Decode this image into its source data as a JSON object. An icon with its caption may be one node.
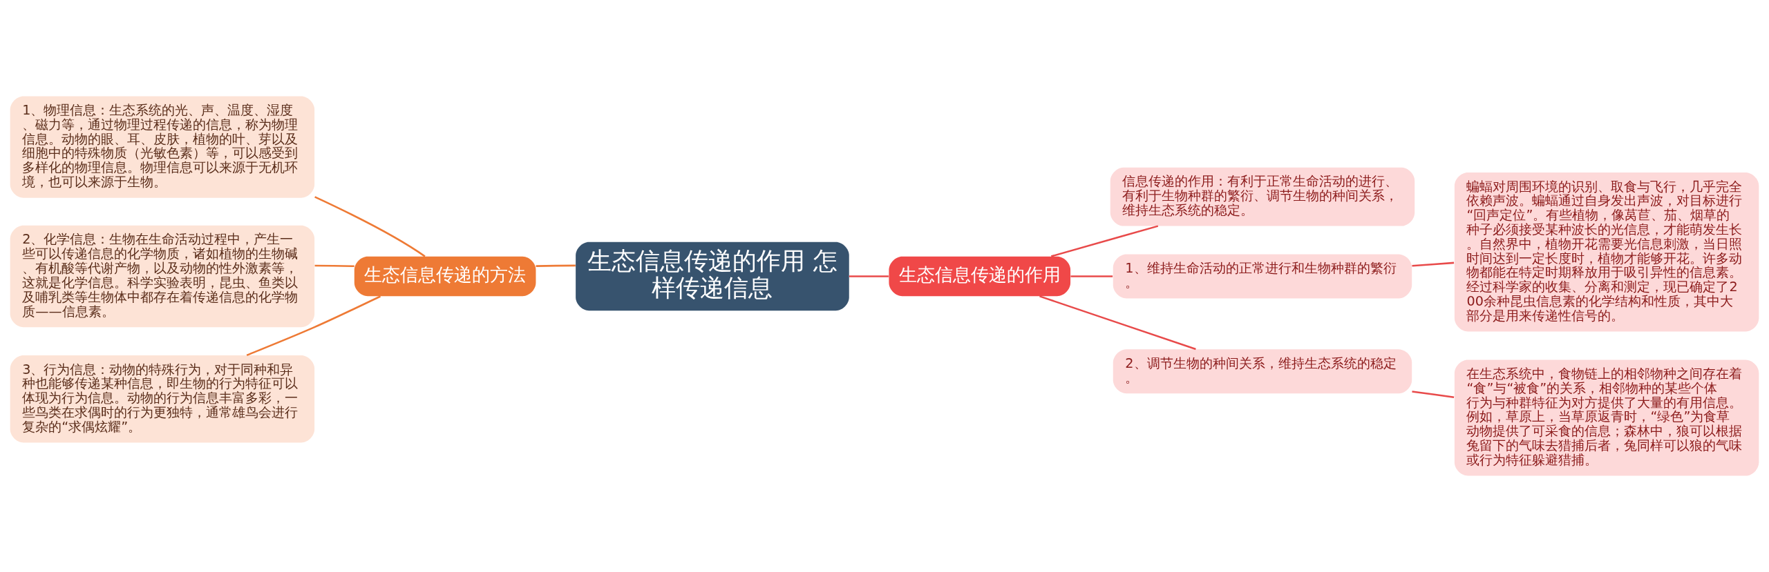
{
  "diagram": {
    "nodes": [
      {
        "text": [
          "生态信息传递的作用 怎样传递信息"
        ]
      },
      {
        "text": [
          "生态信息传递的方法"
        ]
      },
      {
        "text": [
          "1、物理信息：生态系统的光、声、温度、湿度、磁力等，通过物理过程传递的信息，称为物理信息。动物的眼、耳、皮肤，植物的叶、芽以及细胞中的特殊物质（光敏色素）等，可以感受到多样化的物理信息。物理信息可以来源于无机环境，也可以来源于生物。"
        ]
      },
      {
        "text": [
          "2、化学信息：生物在生命活动过程中，产生一些可以传递信息的化学物质，诸如植物的生物碱、有机酸等代谢产物，以及动物的性外激素等，这就是化学信息。科学实验表明，昆虫、鱼类以及哺乳类等生物体中都存在着传递信息的化学物质——信息素。"
        ]
      },
      {
        "text": [
          "3、行为信息：动物的特殊行为，对于同种和异种也能够传递某种信息，即生物的行为特征可以体现为行为信息。动物的行为信息丰富多彩，一些鸟类在求偶时的行为更独特，通常雄鸟会进行复杂的“求偶炫耀”。"
        ]
      },
      {
        "text": [
          "生态信息传递的作用"
        ]
      },
      {
        "text": [
          "信息传递的作用：有利于正常生命活动的进行、有利于生物种群的繁衍、调节生物的种间关系，维持生态系统的稳定。"
        ]
      },
      {
        "text": [
          "1、维持生命活动的正常进行和生物种群的繁衍。"
        ]
      },
      {
        "text": [
          "蝙蝠对周围环境的识别、取食与飞行，几乎完全依赖声波。蝙蝠通过自身发出声波，对目标进行“回声定位”。有些植物，像莴苣、茄、烟草的种子必须接受某种波长的光信息，才能萌发生长。自然界中，植物开花需要光信息刺激，当日照时间达到一定长度时，植物才能够开花。许多动物都能在特定时期释放用于吸引异性的信息素。经过科学家的收集、分离和测定，现已确定了200余种昆虫信息素的化学结构和性质，其中大部分是用来传递性信号的。"
        ]
      },
      {
        "text": [
          "2、调节生物的种间关系，维持生态系统的稳定。"
        ]
      },
      {
        "text": [
          "在生态系统中，食物链上的相邻物种之间存在着“食”与“被食”的关系，相邻物种的某些个体行为与种群特征为对方提供了大量的有用信息。例如，草原上，当草原返青时，“绿色”为食草动物提供了可采食的信息；森林中，狼可以根据兔留下的气味去猎捕后者，兔同样可以狼的气味或行为特征躲避猎捕。"
        ]
      }
    ],
    "edges": [
      {
        "from": 0,
        "to": 1,
        "arrow": "none",
        "color": "#ee7a35"
      },
      {
        "from": 1,
        "to": 2,
        "arrow": "none",
        "color": "#ee7a35"
      },
      {
        "from": 1,
        "to": 3,
        "arrow": "none",
        "color": "#ee7a35"
      },
      {
        "from": 1,
        "to": 4,
        "arrow": "none",
        "color": "#ee7a35"
      },
      {
        "from": 0,
        "to": 5,
        "arrow": "none"
      },
      {
        "from": 5,
        "to": 6,
        "arrow": "none"
      },
      {
        "from": 5,
        "to": 7,
        "arrow": "none"
      },
      {
        "from": 7,
        "to": 8,
        "arrow": "none"
      },
      {
        "from": 5,
        "to": 9,
        "arrow": "none"
      },
      {
        "from": 9,
        "to": 10,
        "arrow": "none"
      }
    ]
  }
}
